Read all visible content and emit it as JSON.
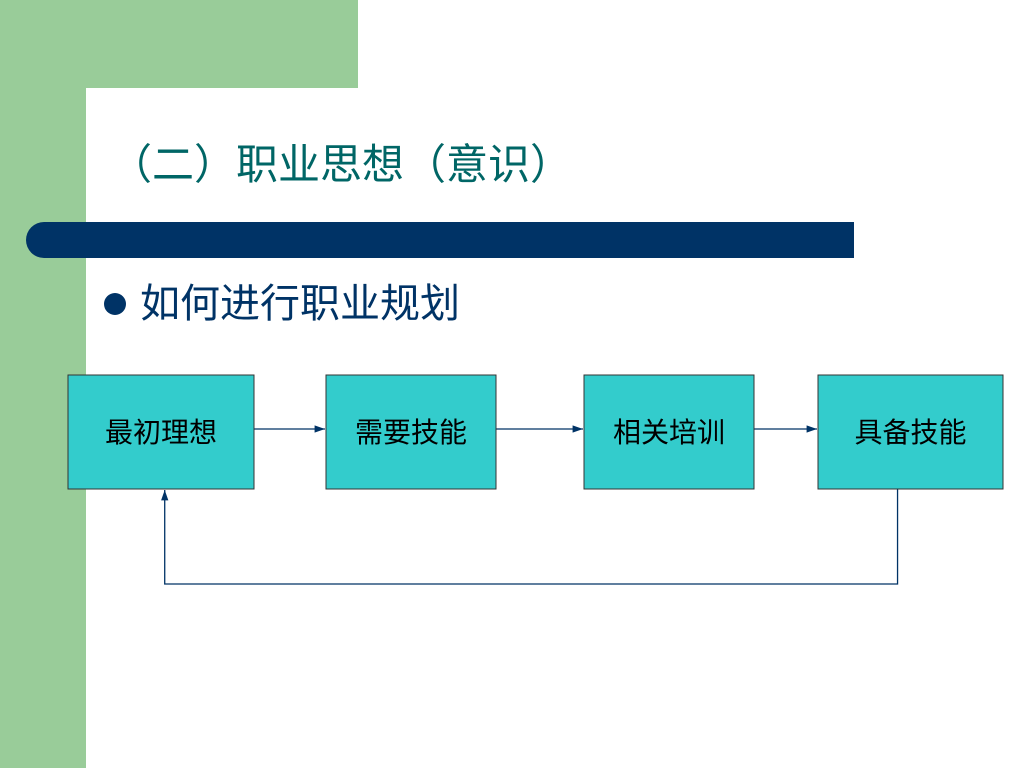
{
  "slide": {
    "title": "（二）职业思想（意识）",
    "bullet": "如何进行职业规划"
  },
  "diagram": {
    "nodes": [
      {
        "id": "n1",
        "label": "最初理想"
      },
      {
        "id": "n2",
        "label": "需要技能"
      },
      {
        "id": "n3",
        "label": "相关培训"
      },
      {
        "id": "n4",
        "label": "具备技能"
      }
    ],
    "edges": [
      {
        "from": "n1",
        "to": "n2"
      },
      {
        "from": "n2",
        "to": "n3"
      },
      {
        "from": "n3",
        "to": "n4"
      },
      {
        "from": "n4",
        "to": "n1",
        "route": "below"
      }
    ]
  },
  "colors": {
    "side_band": "#99cc99",
    "title_text": "#006666",
    "accent_bar": "#003366",
    "node_fill": "#33cccc",
    "connector": "#003366"
  }
}
